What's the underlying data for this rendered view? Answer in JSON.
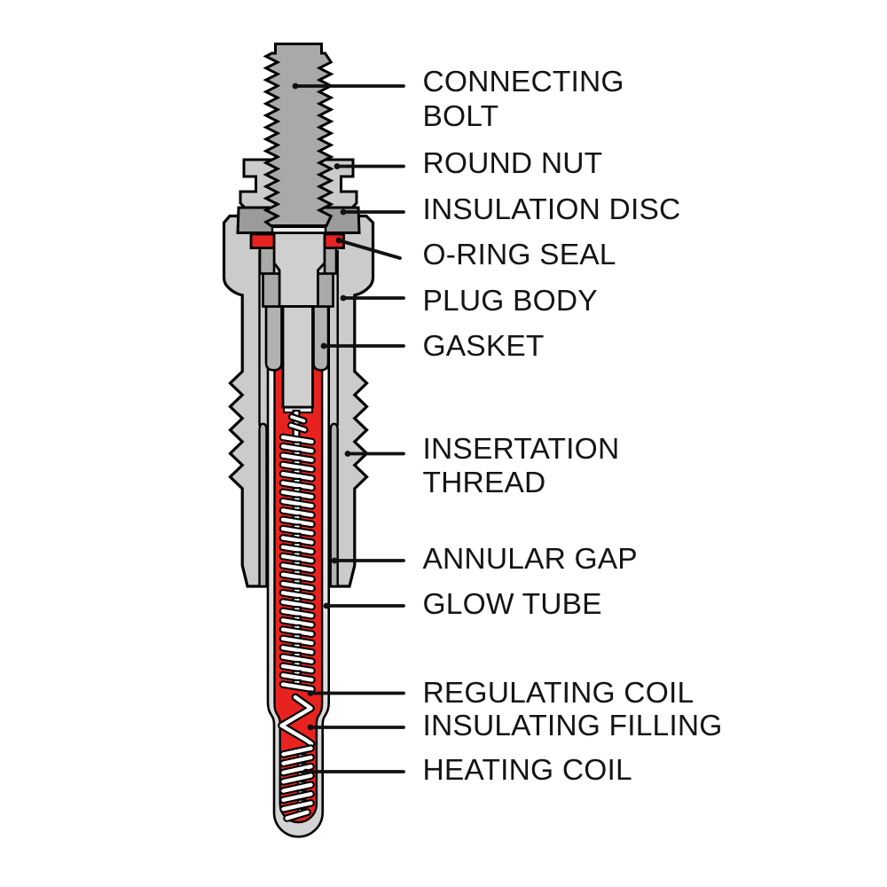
{
  "diagram": {
    "subject": "glow-plug-cross-section",
    "background": "#ffffff",
    "colors": {
      "outline": "#000000",
      "leader_line": "#111111",
      "label_text": "#141414",
      "body_gray": "#cbcbcb",
      "bolt_gray": "#a9a9a9",
      "disc_gray": "#9b9b9b",
      "collar_gray": "#a9a9a9",
      "detail_gray": "#b2b2b2",
      "stem_gray": "#cfcfcf",
      "stem_tip_light": "#ececec",
      "tube_light_top": "#f5f5f5",
      "tube_light_bottom": "#d2d2d2",
      "filling_red": "#e8231f",
      "coil_white": "#ffffff"
    },
    "parts": [
      {
        "id": "connecting-bolt",
        "label": "CONNECTING\nBOLT"
      },
      {
        "id": "round-nut",
        "label": "ROUND NUT"
      },
      {
        "id": "insulation-disc",
        "label": "INSULATION DISC"
      },
      {
        "id": "o-ring-seal",
        "label": "O-RING SEAL"
      },
      {
        "id": "plug-body",
        "label": "PLUG BODY"
      },
      {
        "id": "gasket",
        "label": "GASKET"
      },
      {
        "id": "insertation-thread",
        "label": "INSERTATION\nTHREAD"
      },
      {
        "id": "annular-gap",
        "label": "ANNULAR GAP"
      },
      {
        "id": "glow-tube",
        "label": "GLOW TUBE"
      },
      {
        "id": "regulating-coil",
        "label": "REGULATING COIL"
      },
      {
        "id": "insulating-filling",
        "label": "INSULATING FILLING"
      },
      {
        "id": "heating-coil",
        "label": "HEATING COIL"
      }
    ],
    "regulating_coil": {
      "turns": 28
    },
    "heating_coil": {
      "turns": 8
    }
  }
}
